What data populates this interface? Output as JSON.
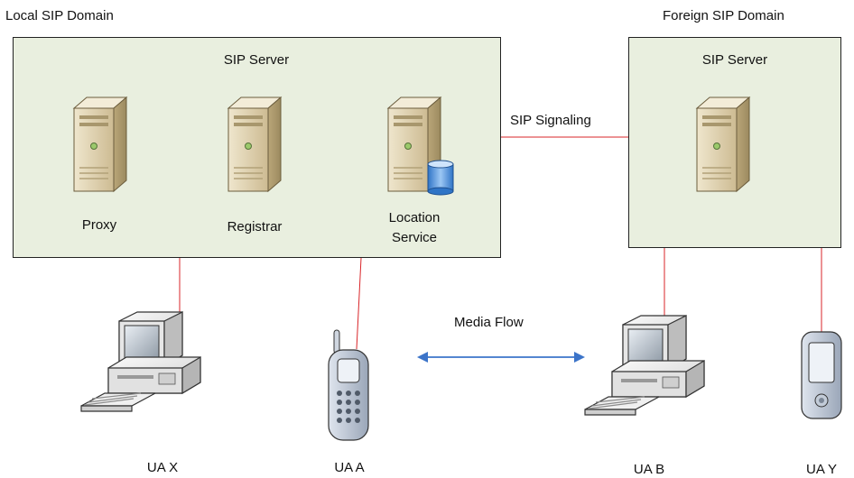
{
  "local_domain": {
    "title": "Local SIP Domain",
    "server_title": "SIP Server",
    "components": {
      "proxy": "Proxy",
      "registrar": "Registrar",
      "location_line1": "Location",
      "location_line2": "Service"
    }
  },
  "foreign_domain": {
    "title": "Foreign SIP Domain",
    "server_title": "SIP Server"
  },
  "links": {
    "signaling": "SIP Signaling",
    "media": "Media Flow"
  },
  "user_agents": {
    "ua_x": "UA X",
    "ua_a": "UA A",
    "ua_b": "UA B",
    "ua_y": "UA Y"
  },
  "colors": {
    "box_fill": "#e9efdf",
    "link_red": "#d9262a",
    "media_blue": "#3c74c9",
    "server_beige": "#d6c7a3"
  }
}
